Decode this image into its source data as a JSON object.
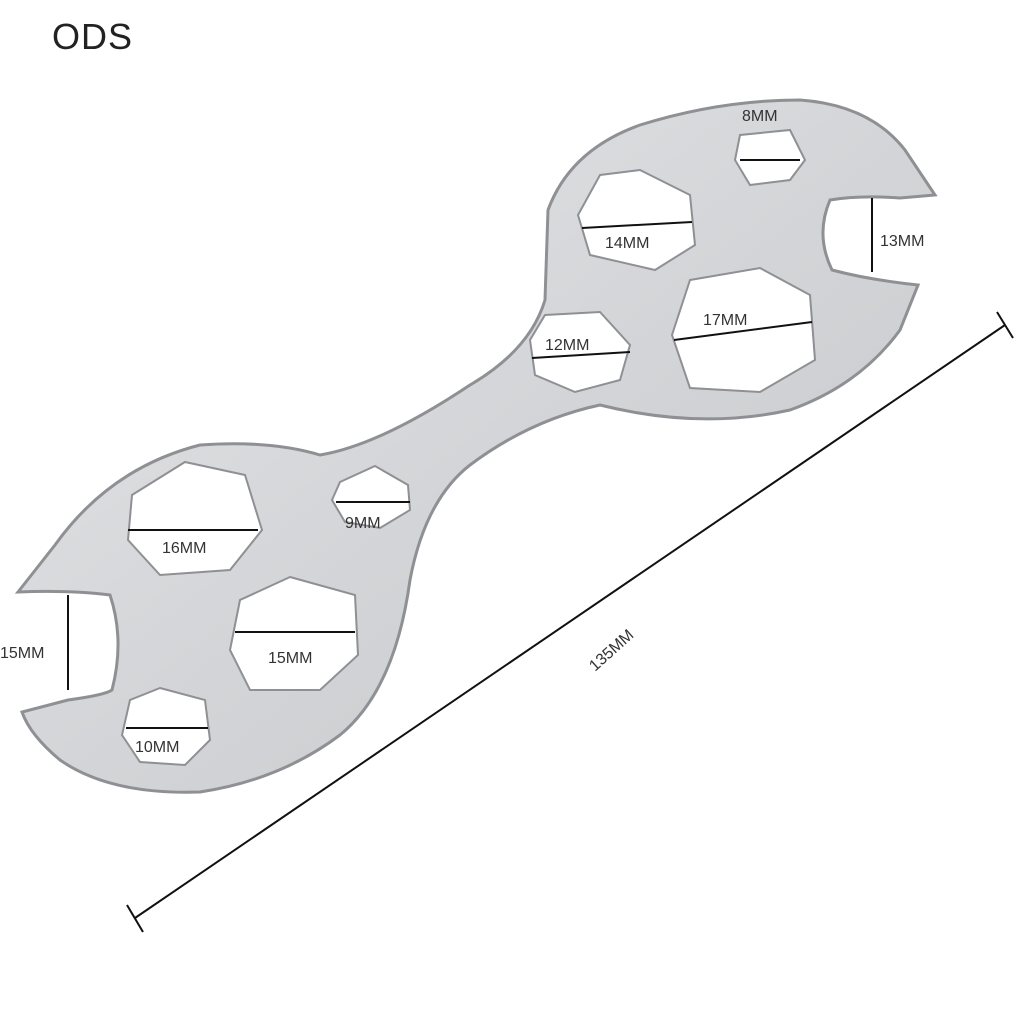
{
  "logo": "ODS",
  "labels": {
    "s8": "8MM",
    "s14": "14MM",
    "s13": "13MM",
    "s17": "17MM",
    "s12": "12MM",
    "s16": "16MM",
    "s9": "9MM",
    "s15_jaw": "15MM",
    "s15_hex": "15MM",
    "s10": "10MM",
    "length": "135MM"
  },
  "colors": {
    "metal": "#d9dadc",
    "metal_edge": "#8e9094",
    "text": "#333333"
  }
}
